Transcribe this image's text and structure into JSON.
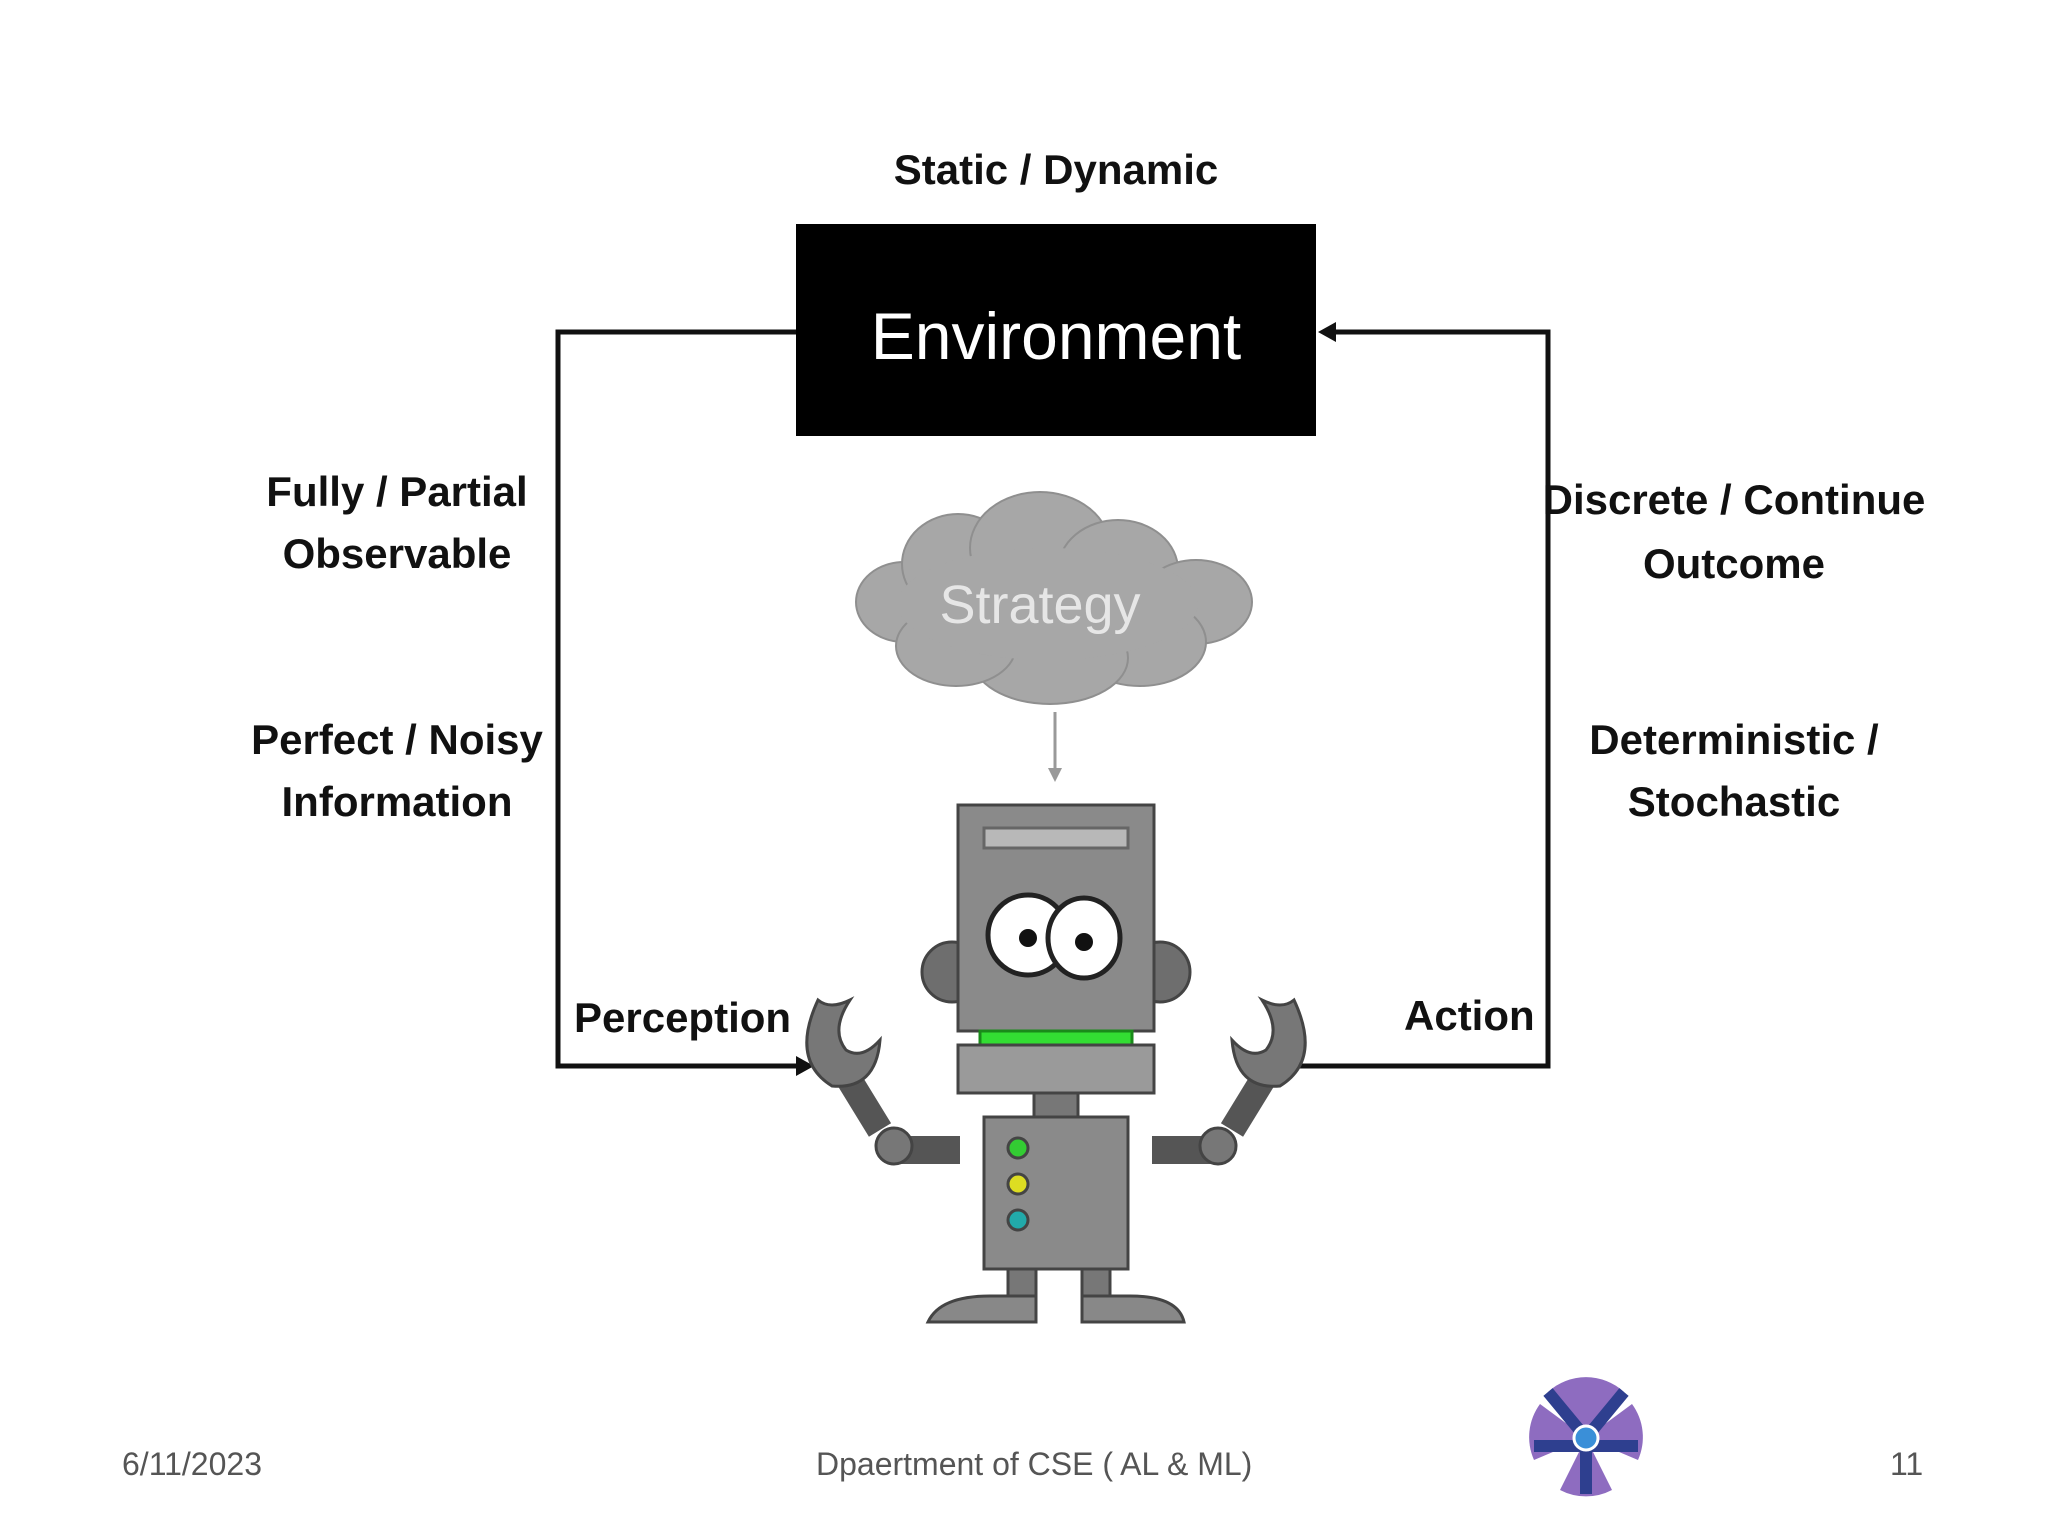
{
  "diagram": {
    "top_label": "Static / Dynamic",
    "environment": "Environment",
    "strategy": "Strategy",
    "left_top": [
      "Fully / Partial",
      "Observable"
    ],
    "left_bottom": [
      "Perfect / Noisy",
      "Information"
    ],
    "right_top": [
      "Discrete / Continue",
      "Outcome"
    ],
    "right_bottom": [
      "Deterministic /",
      "Stochastic"
    ],
    "perception": "Perception",
    "action": "Action"
  },
  "footer": {
    "date": "6/11/2023",
    "department": "Dpaertment of CSE ( AL & ML)",
    "page": "11"
  },
  "colors": {
    "environment_bg": "#000000",
    "cloud": "#a9a9a9",
    "robot_body": "#8a8a8a",
    "robot_mouth": "#33dd33",
    "logo_purple": "#8e6cc0",
    "logo_blue": "#2e3f8f"
  }
}
